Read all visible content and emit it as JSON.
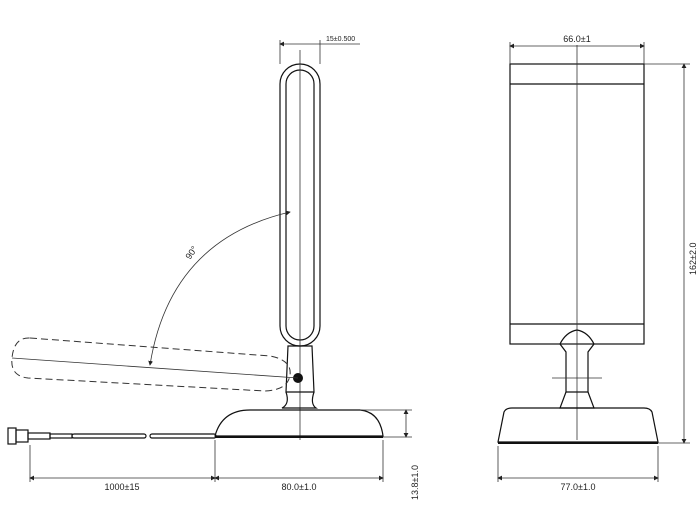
{
  "drawing": {
    "side_view": {
      "width_top": "15±0.500",
      "tilt_angle": "90°",
      "cable_length": "1000±15",
      "base_length": "80.0±1.0",
      "base_height": "13.8±1.0"
    },
    "front_view": {
      "panel_width": "66.0±1",
      "total_height": "162±2.0",
      "base_width": "77.0±1.0"
    },
    "line_color": "#111111"
  }
}
